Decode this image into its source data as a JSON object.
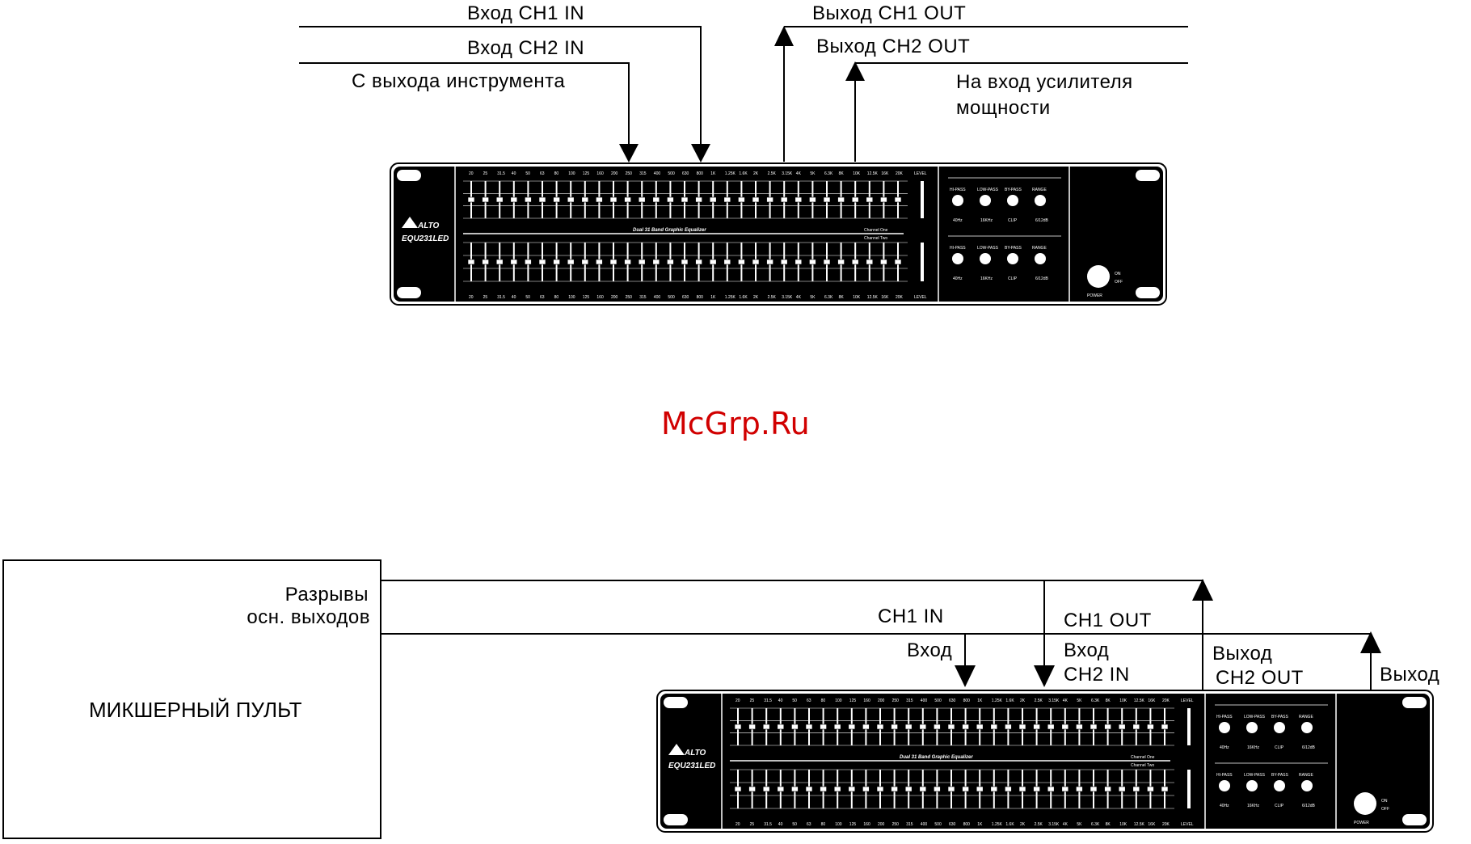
{
  "diagram1": {
    "labels": {
      "in_ch1": "Вход  CH1 IN",
      "in_ch2": "Вход  CH2 IN",
      "from_instrument": "С выхода инструмента",
      "out_ch1": "Выход  CH1 OUT",
      "out_ch2": "Выход CH2 OUT",
      "to_amp_line1": "На вход усилителя",
      "to_amp_line2": "мощности"
    }
  },
  "watermark": "McGrp.Ru",
  "diagram2": {
    "mixer": {
      "title": "МИКШЕРНЫЙ ПУЛЬТ",
      "inserts_line1": "Разрывы",
      "inserts_line2": "осн. выходов"
    },
    "labels": {
      "ch1_in": "CH1 IN",
      "ch1_out": "CH1 OUT",
      "vhod1": "Вход",
      "vhod2": "Вход",
      "ch2_in": "CH2 IN",
      "vyhod1": "Выход",
      "ch2_out": "CH2 OUT",
      "vyhod2": "Выход"
    }
  },
  "device": {
    "brand": "ALTO",
    "model": "EQU231LED",
    "center_title": "Dual 31 Band Graphic Equalizer",
    "channel_one": "Channel One",
    "channel_two": "Channel Two",
    "level": "LEVEL",
    "power": "POWER",
    "on": "ON",
    "off": "OFF",
    "control_labels": [
      "HI-PASS",
      "LOW-PASS",
      "BY-PASS",
      "RANGE"
    ],
    "control_sublabels": [
      "40Hz",
      "16KHz",
      "CLIP",
      "6/12dB"
    ],
    "freq_labels": [
      "20",
      "25",
      "31.5",
      "40",
      "50",
      "63",
      "80",
      "100",
      "125",
      "160",
      "200",
      "250",
      "315",
      "400",
      "500",
      "630",
      "800",
      "1K",
      "1.25K",
      "1.6K",
      "2K",
      "2.5K",
      "3.15K",
      "4K",
      "5K",
      "6.3K",
      "8K",
      "10K",
      "12.5K",
      "16K",
      "20K"
    ]
  }
}
